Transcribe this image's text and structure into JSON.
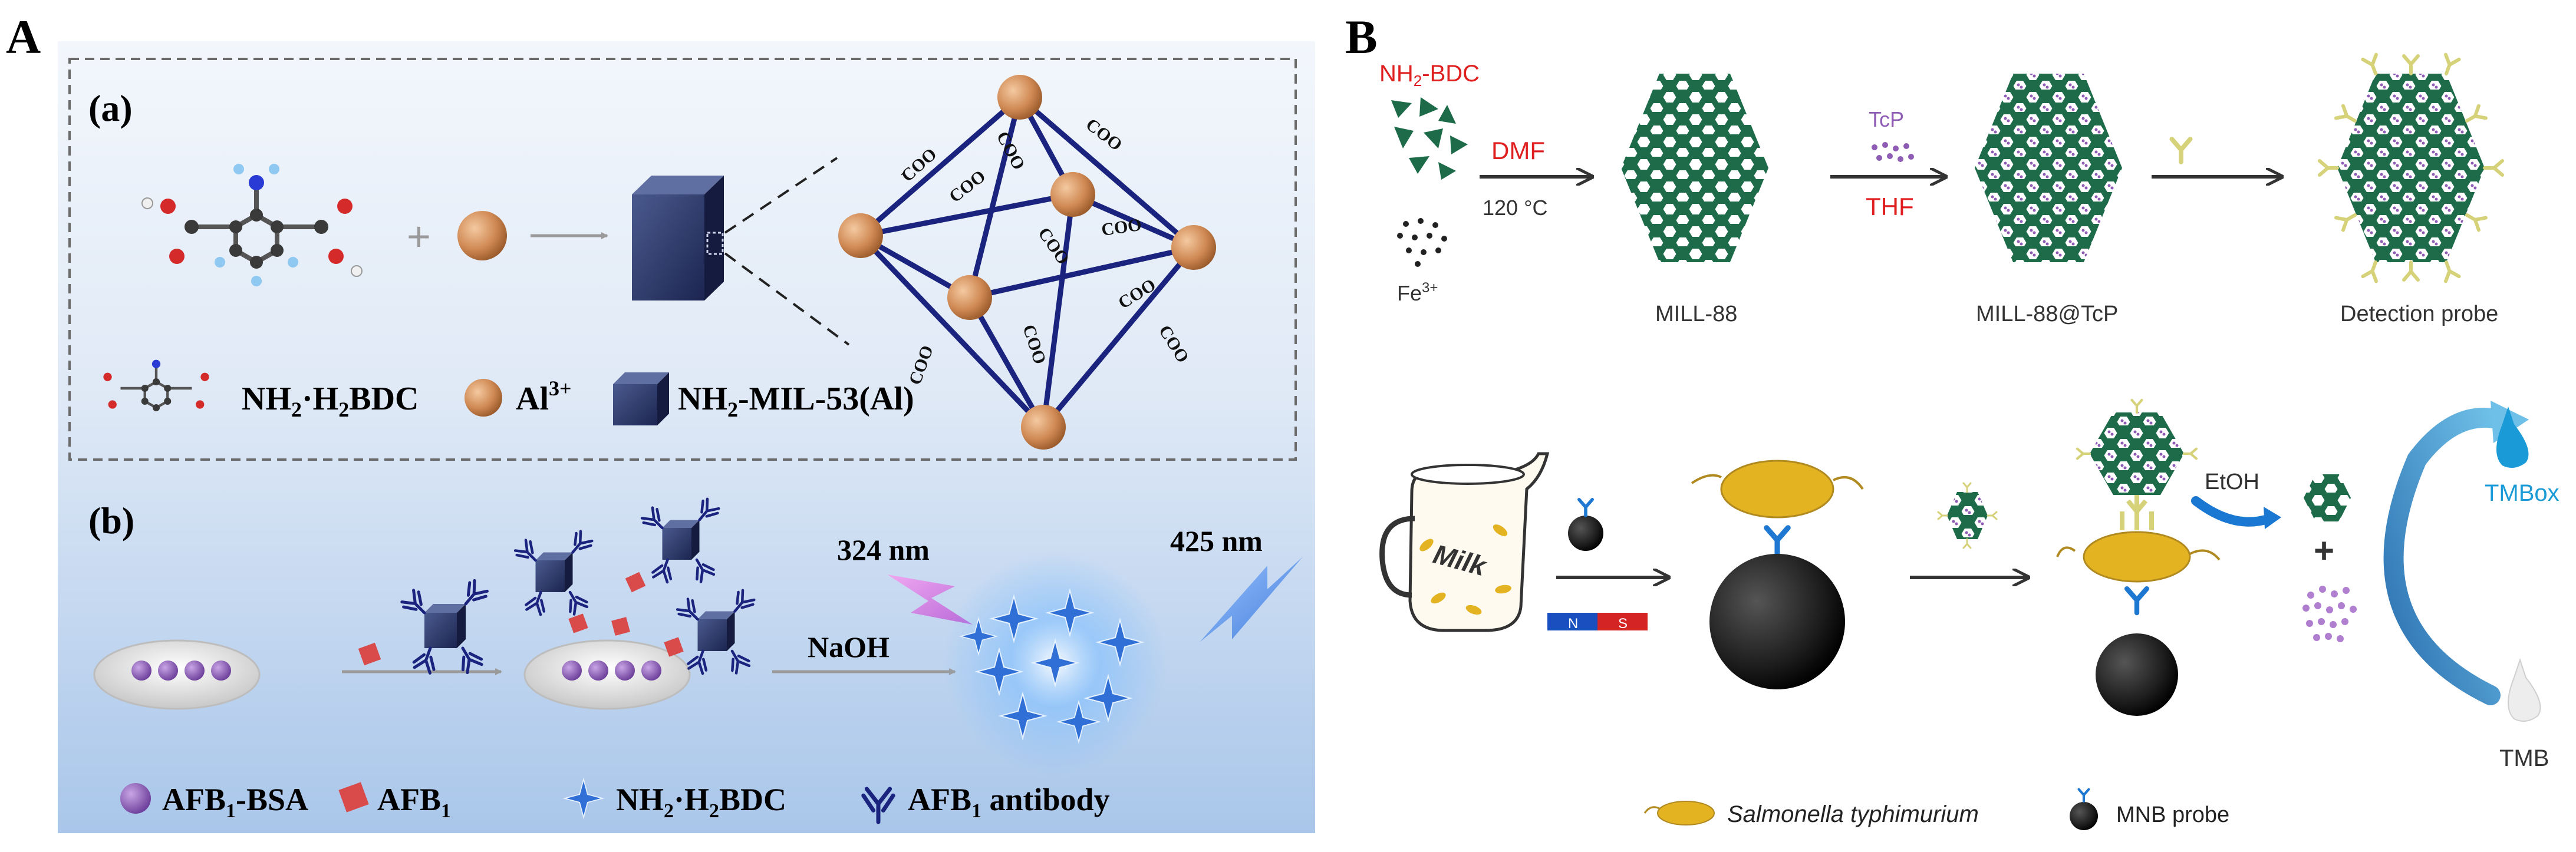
{
  "panel_a": {
    "label": "A",
    "sub_a": {
      "label": "(a)",
      "ligand": "NH",
      "ligand_sub1": "2",
      "ligand_mid": "·H",
      "ligand_sub2": "2",
      "ligand_end": "BDC",
      "metal": "Al",
      "metal_sup": "3+",
      "mof": "NH",
      "mof_sub": "2",
      "mof_end": "-MIL-53(Al)",
      "carboxylate": "COO",
      "carboxylate_sup": "-"
    },
    "sub_b": {
      "label": "(b)",
      "excitation": "324 nm",
      "emission": "425 nm",
      "reagent": "NaOH",
      "legend_bsa": "AFB",
      "legend_bsa_sub": "1",
      "legend_bsa_end": "-BSA",
      "legend_afb": "AFB",
      "legend_afb_sub": "1",
      "legend_ligand": "NH",
      "legend_ligand_sub1": "2",
      "legend_ligand_mid": "·H",
      "legend_ligand_sub2": "2",
      "legend_ligand_end": "BDC",
      "legend_ab": "AFB",
      "legend_ab_sub": "1",
      "legend_ab_end": " antibody"
    }
  },
  "panel_b": {
    "label": "B",
    "ligand": "NH",
    "ligand_sub": "2",
    "ligand_end": "-BDC",
    "metal": "Fe",
    "metal_sup": "3+",
    "solvent1": "DMF",
    "temperature": "120 °C",
    "mof_name": "MILL-88",
    "dye": "TcP",
    "solvent2": "THF",
    "composite_name": "MILL-88@TcP",
    "probe_name": "Detection probe",
    "milk": "Milk",
    "magnet_n": "N",
    "magnet_s": "S",
    "eluent": "EtOH",
    "oxidized": "TMBox",
    "substrate": "TMB",
    "legend_bacteria": "Salmonella typhimurium",
    "legend_mnb": "MNB probe"
  },
  "colors": {
    "panel_a_bg_top": "#eef4fb",
    "panel_a_bg_bottom": "#a8c6ec",
    "frame_blue": "#1a237e",
    "ball_orange": "#d08a55",
    "mof_green": "#1e6b4a",
    "antibody_yellow": "#d6d27a",
    "bacteria_gold": "#e3b321",
    "tmbox_blue": "#1a9ad6",
    "red_label": "#e02020"
  }
}
